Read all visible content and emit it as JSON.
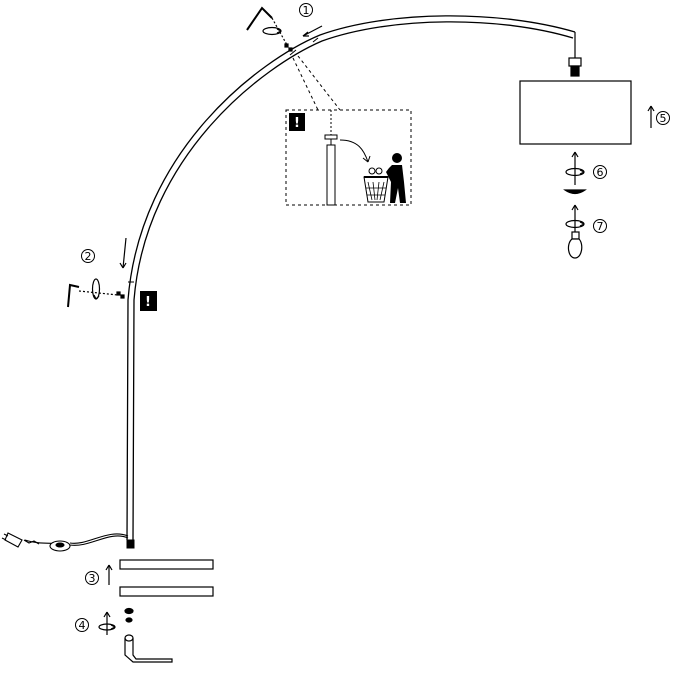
{
  "steps": {
    "s1": "1",
    "s2": "2",
    "s3": "3",
    "s4": "4",
    "s5": "5",
    "s6": "6",
    "s7": "7"
  },
  "warning_symbol": "!",
  "icons": [
    "allen-key-icon",
    "rotate-arrow-icon",
    "warning-icon",
    "trash-bin-icon",
    "person-icon",
    "light-bulb-icon",
    "power-plug-icon",
    "foot-switch-icon"
  ],
  "colors": {
    "line": "#000000",
    "background": "#ffffff"
  }
}
